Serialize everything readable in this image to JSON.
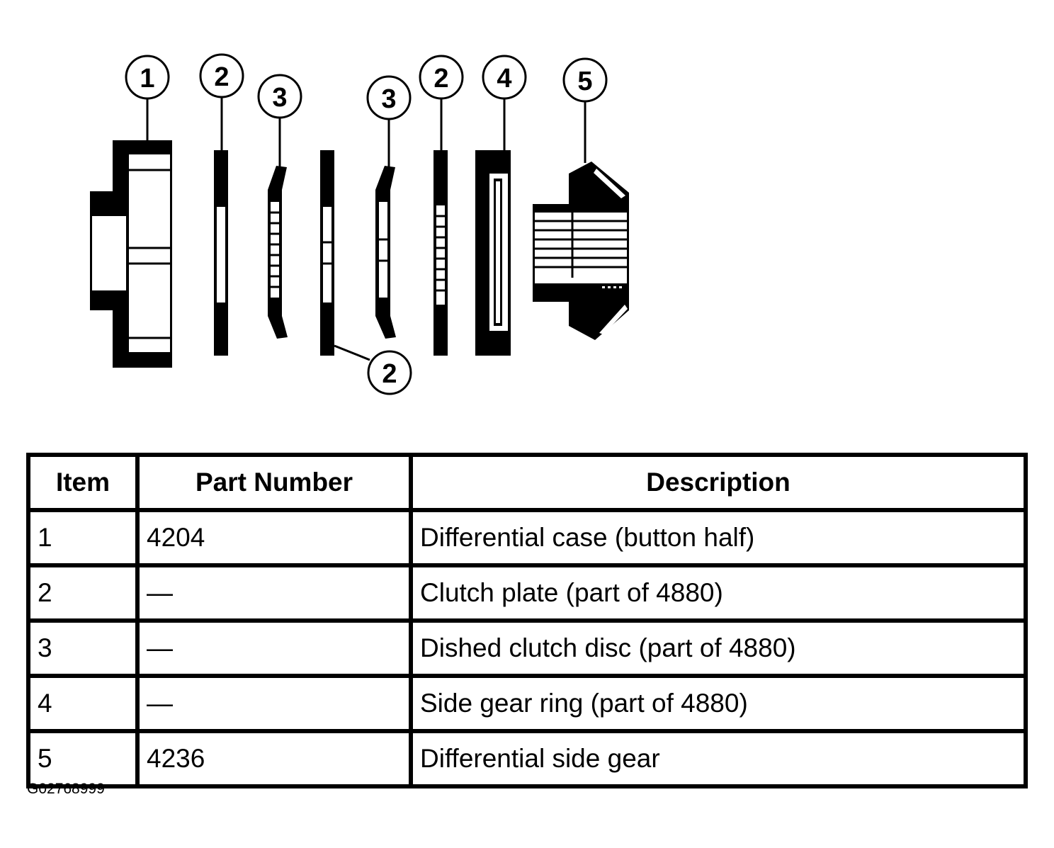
{
  "callouts": [
    {
      "label": "1"
    },
    {
      "label": "2"
    },
    {
      "label": "3"
    },
    {
      "label": "3"
    },
    {
      "label": "2"
    },
    {
      "label": "4"
    },
    {
      "label": "5"
    },
    {
      "label": "2"
    }
  ],
  "table": {
    "headers": [
      "Item",
      "Part Number",
      "Description"
    ],
    "rows": [
      {
        "item": "1",
        "part_number": "4204",
        "description": "Differential case (button half)"
      },
      {
        "item": "2",
        "part_number": "—",
        "description": "Clutch plate (part of 4880)"
      },
      {
        "item": "3",
        "part_number": "—",
        "description": "Dished clutch disc (part of 4880)"
      },
      {
        "item": "4",
        "part_number": "—",
        "description": "Side gear ring (part of 4880)"
      },
      {
        "item": "5",
        "part_number": "4236",
        "description": "Differential side gear"
      }
    ]
  },
  "figure_code": "G02768999"
}
